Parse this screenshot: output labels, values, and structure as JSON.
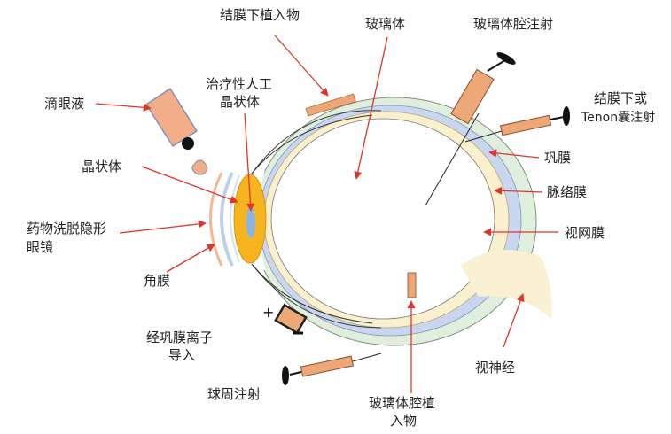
{
  "labels": {
    "subconj_implant": "结膜下植入物",
    "vitreous": "玻璃体",
    "intravitreal_injection": "玻璃体腔注射",
    "subconj_tenon_line1": "结膜下或",
    "subconj_tenon_line2": "Tenon囊注射",
    "eye_drops": "滴眼液",
    "therapeutic_lens_line1": "治疗性人工",
    "therapeutic_lens_line2": "晶状体",
    "lens": "晶状体",
    "sclera": "巩膜",
    "choroid": "脉络膜",
    "retina": "视网膜",
    "contact_lens_line1": "药物洗脱隐形",
    "contact_lens_line2": "眼镜",
    "cornea": "角膜",
    "transscleral_line1": "经巩膜离子",
    "transscleral_line2": "导入",
    "optic_nerve": "视神经",
    "peribulbar_injection": "球周注射",
    "intravitreal_implant_line1": "玻璃体腔植",
    "intravitreal_implant_line2": "入物"
  },
  "colors": {
    "arrow": "#e0342b",
    "sclera_ring": "#dfeedd",
    "choroid_ring": "#c9d6f0",
    "retina_ring": "#fbf0cd",
    "lens": "#f6b51e",
    "syringe_body": "#eda877",
    "optic_nerve": "#faf0d2"
  }
}
